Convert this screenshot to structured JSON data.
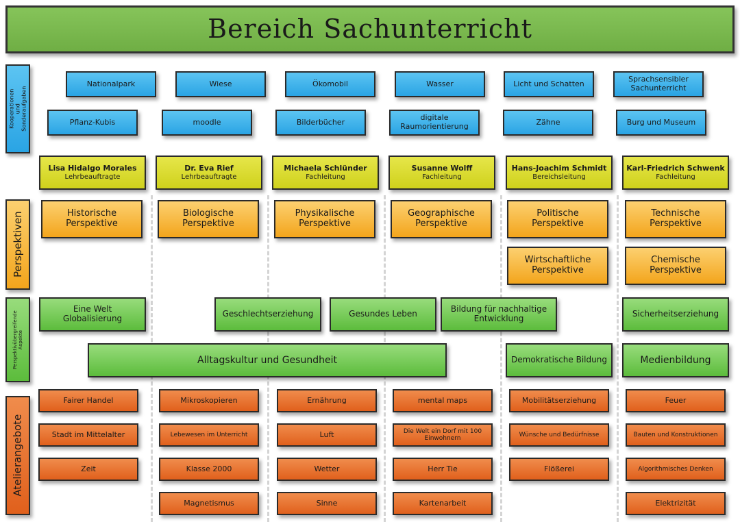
{
  "title": "Bereich Sachunterricht",
  "side_labels": {
    "kooperationen": "Kooperationen und Sonderaufgaben",
    "perspektiven": "Perspektiven",
    "uebergreifend": "Perspektivübergreifende Aspekte",
    "atelier": "Atelierangebote"
  },
  "kooperationen_row1": [
    "Nationalpark",
    "Wiese",
    "Ökomobil",
    "Wasser",
    "Licht und Schatten",
    "Sprachsensibler Sachunterricht"
  ],
  "kooperationen_row2": [
    "Pflanz-Kubis",
    "moodle",
    "Bilderbücher",
    "digitale Raumorientierung",
    "Zähne",
    "Burg und Museum"
  ],
  "personen": [
    {
      "name": "Lisa Hidalgo Morales",
      "role": "Lehrbeauftragte"
    },
    {
      "name": "Dr. Eva Rief",
      "role": "Lehrbeauftragte"
    },
    {
      "name": "Michaela Schlünder",
      "role": "Fachleitung"
    },
    {
      "name": "Susanne Wolff",
      "role": "Fachleitung"
    },
    {
      "name": "Hans-Joachim Schmidt",
      "role": "Bereichsleitung"
    },
    {
      "name": "Karl-Friedrich Schwenk",
      "role": "Fachleitung"
    }
  ],
  "perspektiven": [
    "Historische Perspektive",
    "Biologische Perspektive",
    "Physikalische Perspektive",
    "Geographische Perspektive",
    "Politische Perspektive",
    "Technische Perspektive",
    "Wirtschaftliche Perspektive",
    "Chemische Perspektive"
  ],
  "uebergreifend": [
    "Eine Welt Globalisierung",
    "Geschlechtserziehung",
    "Gesundes Leben",
    "Bildung für nachhaltige Entwicklung",
    "Sicherheitserziehung",
    "Alltagskultur und Gesundheit",
    "Demokratische Bildung",
    "Medienbildung"
  ],
  "atelier": [
    [
      "Fairer Handel",
      "Stadt im Mittelalter",
      "Zeit"
    ],
    [
      "Mikroskopieren",
      "Lebewesen im Unterricht",
      "Klasse 2000",
      "Magnetismus"
    ],
    [
      "Ernährung",
      "Luft",
      "Wetter",
      "Sinne"
    ],
    [
      "mental maps",
      "Die Welt ein Dorf mit 100 Einwohnern",
      "Herr Tie",
      "Kartenarbeit"
    ],
    [
      "Mobilitätserziehung",
      "Wünsche und Bedürfnisse",
      "Flößerei"
    ],
    [
      "Feuer",
      "Bauten und Konstruktionen",
      "Algorithmisches Denken",
      "Elektrizität"
    ]
  ]
}
